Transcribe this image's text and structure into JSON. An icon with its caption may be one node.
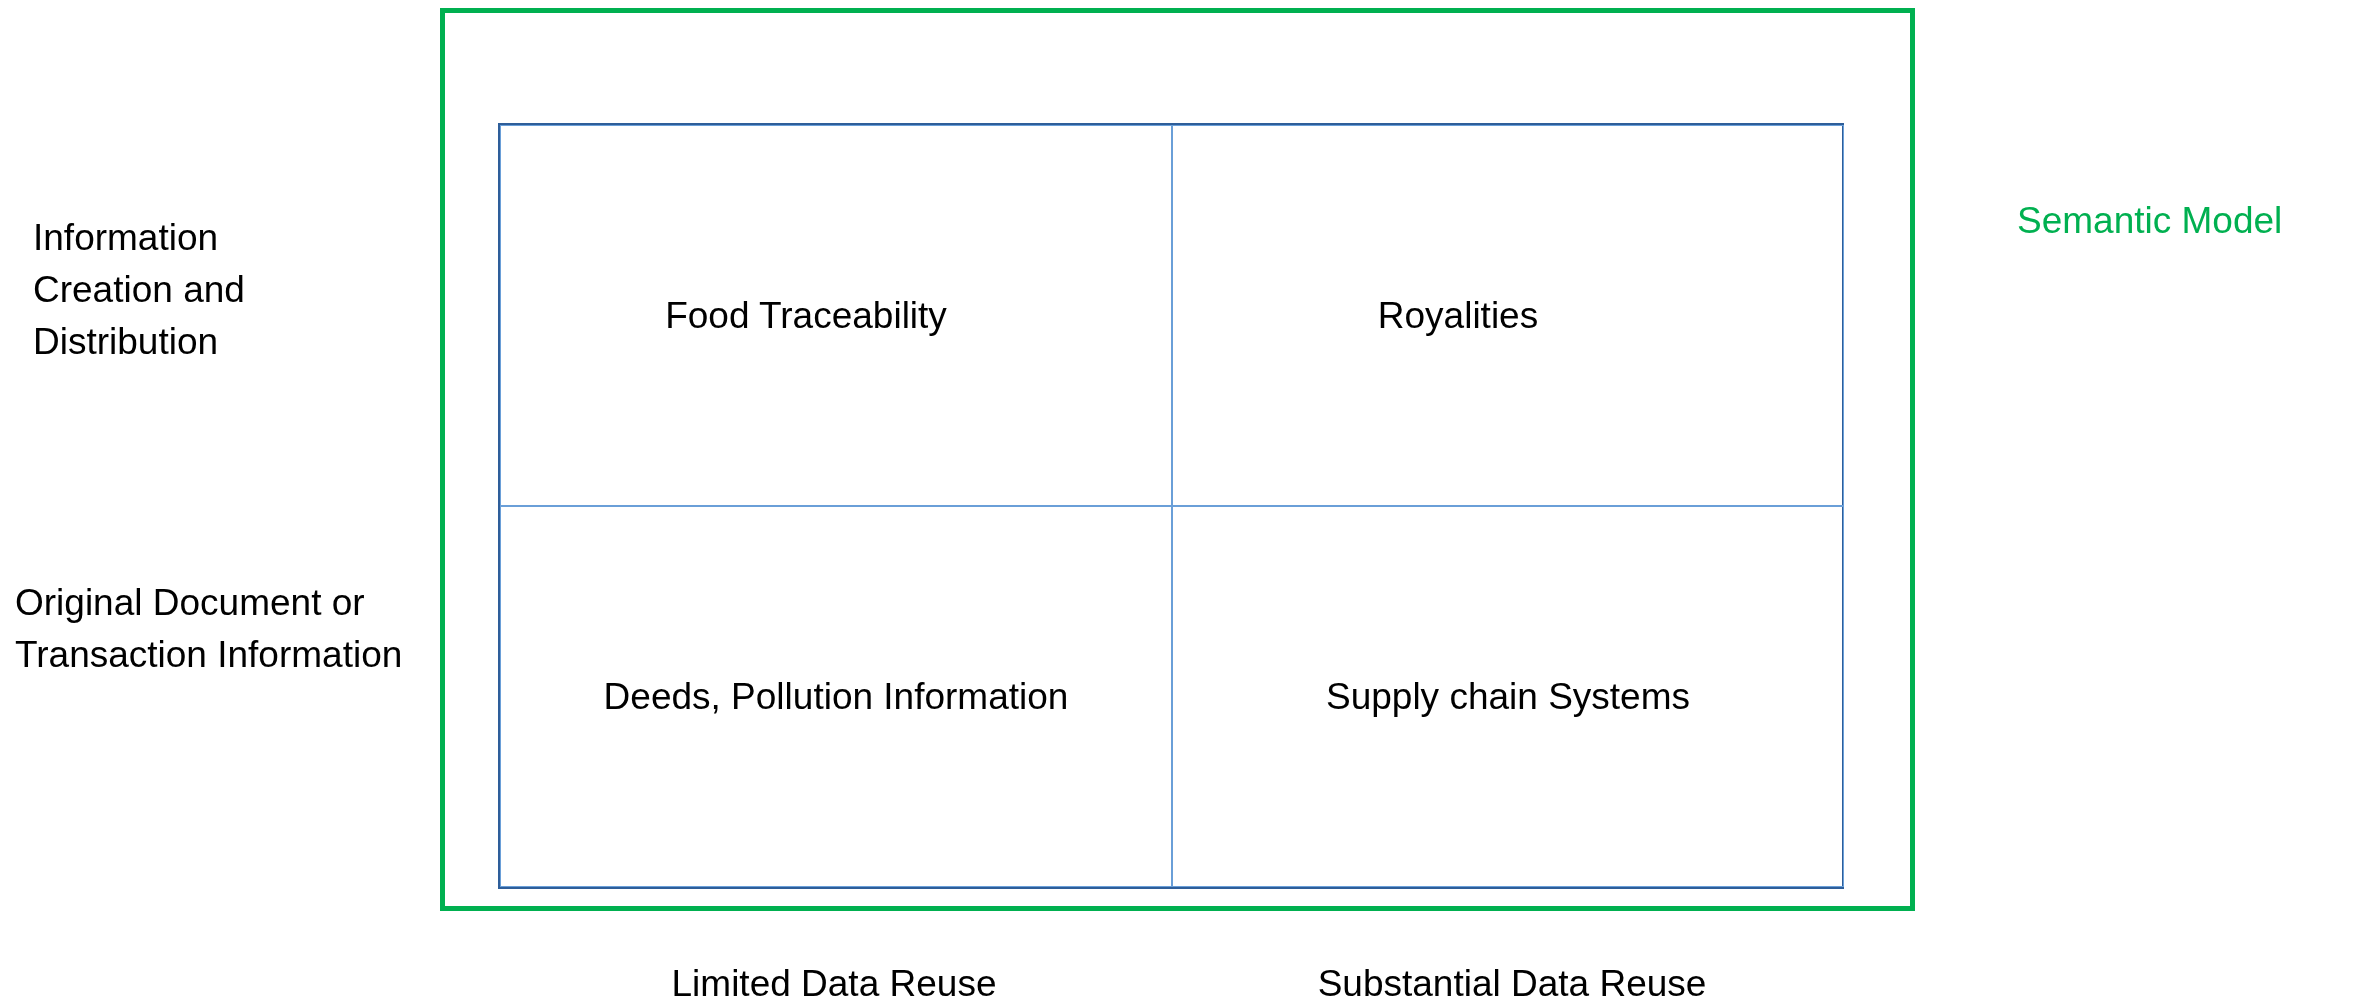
{
  "diagram": {
    "nodes": [
      {
        "text": [],
        "shape": "box"
      },
      {
        "text": [],
        "shape": "box",
        "in": 0
      },
      {
        "text": [
          "Food Traceability"
        ],
        "in": 1
      },
      {
        "text": [
          "Royalities"
        ],
        "in": 1
      },
      {
        "text": [
          "Deeds, Pollution Information"
        ],
        "in": 1
      },
      {
        "text": [
          "Supply chain Systems"
        ],
        "in": 1
      }
    ],
    "edges": [],
    "labels": [
      "Semantic Model",
      "Information Creation and Distribution",
      "Original Document or Transaction Information",
      "Limited Data Reuse",
      "Substantial Data Reuse"
    ]
  }
}
